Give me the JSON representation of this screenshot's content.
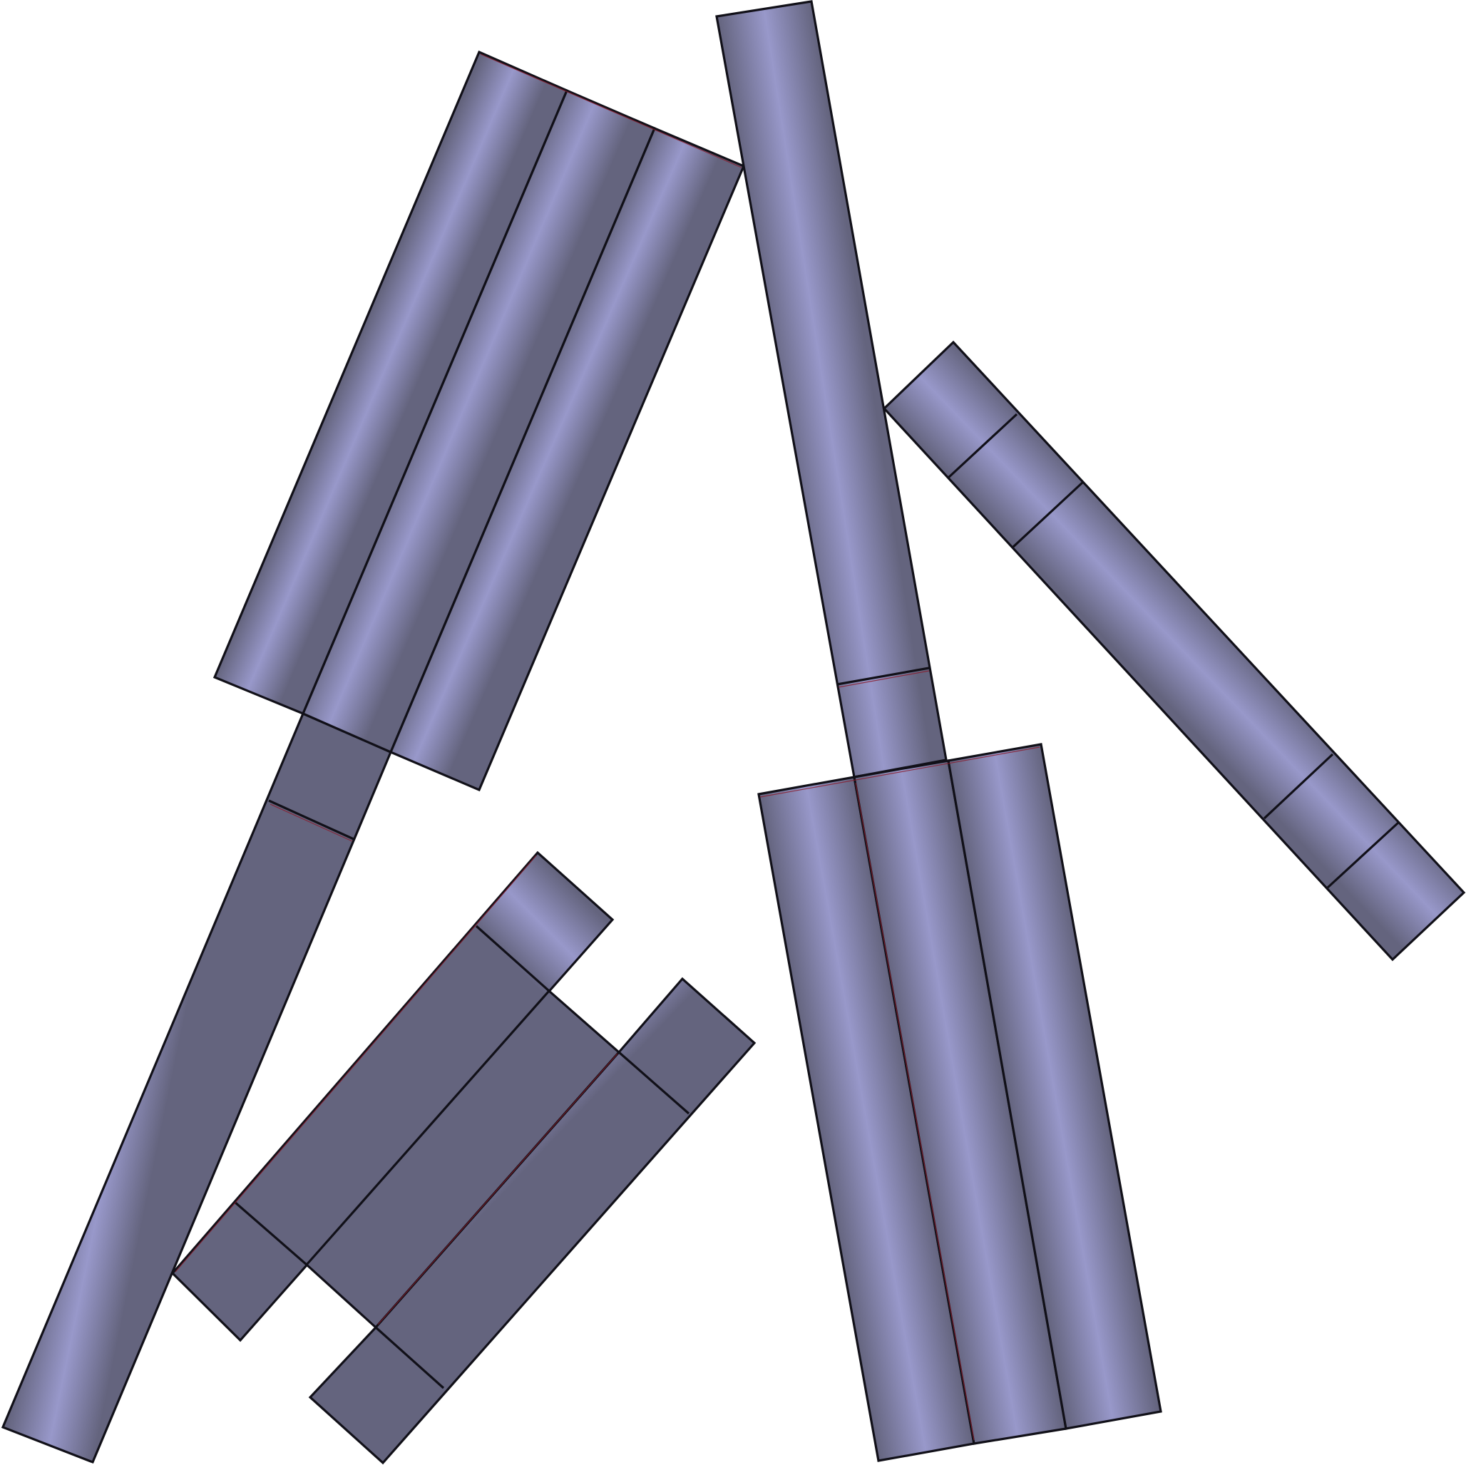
{
  "scene": {
    "background": "#ffffff",
    "outline_color": "#111018",
    "seam_color": "#8a1a2a",
    "piece_edge_color": "#64647e",
    "piece_center_color": "#9898ca",
    "pieces": [
      "triple-board-upper-left",
      "long-stick-left",
      "long-stick-center",
      "triple-board-lower-right",
      "diagonal-stick-right",
      "stick-lower-left",
      "double-board-lower-left"
    ]
  }
}
